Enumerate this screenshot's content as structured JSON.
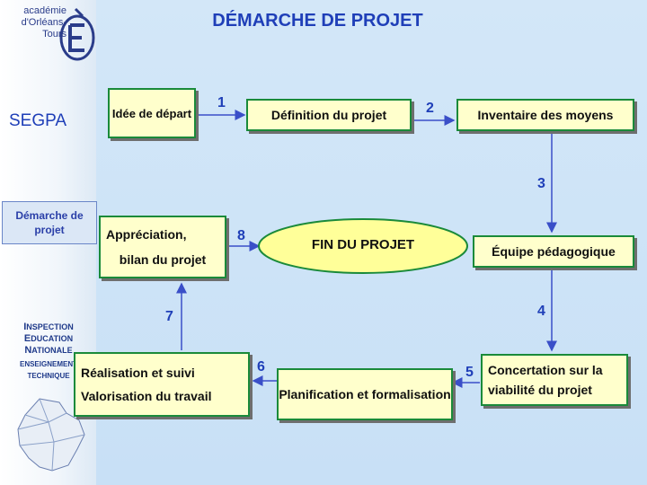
{
  "title": "DÉMARCHE DE PROJET",
  "sidebar": {
    "logo_line1": "académie",
    "logo_line2": "d'Orléans-Tours",
    "segpa": "SEGPA",
    "nav_item": "Démarche de projet",
    "inspection_i": "I",
    "inspection_rest": "NSPECTION",
    "education_e": "E",
    "education_rest": "DUCATION",
    "nationale_n": "N",
    "nationale_rest": "ATIONALE",
    "enseignement": "ENSEIGNEMENT",
    "technique": "TECHNIQUE"
  },
  "steps": {
    "idee": "Idée de départ",
    "definition": "Définition du projet",
    "inventaire": "Inventaire des moyens",
    "equipe": "Équipe pédagogique",
    "concertation": "Concertation sur la viabilité du projet",
    "planification": "Planification et formalisation",
    "realisation_1": "Réalisation et suivi",
    "realisation_2": "Valorisation du travail",
    "appreciation_1": "Appréciation,",
    "appreciation_2": "bilan du projet",
    "fin": "FIN DU PROJET"
  },
  "numbers": [
    "1",
    "2",
    "3",
    "4",
    "5",
    "6",
    "7",
    "8"
  ],
  "colors": {
    "box_fill": "#ffffcc",
    "box_border": "#1a8a3a",
    "ellipse_fill": "#ffff99",
    "arrow": "#3a4fc8",
    "number": "#1f3fb8"
  }
}
